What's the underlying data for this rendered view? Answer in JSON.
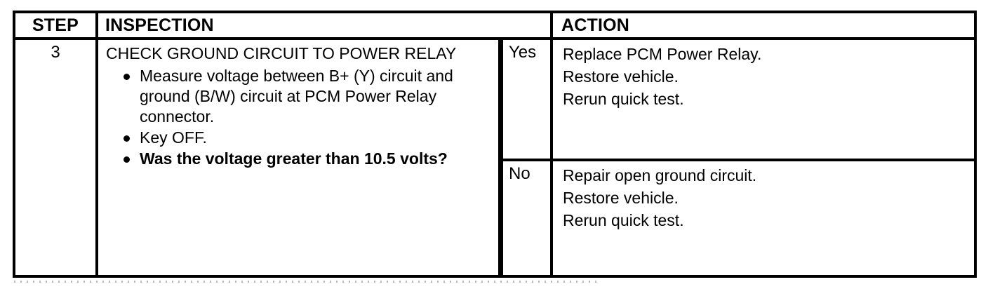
{
  "document": {
    "type": "diagnostic-pinpoint-test-table"
  },
  "table": {
    "headers": {
      "step": "STEP",
      "inspection": "INSPECTION",
      "branch": "",
      "action": "ACTION"
    },
    "rows": [
      {
        "step": "3",
        "inspection": {
          "title": "CHECK GROUND CIRCUIT TO POWER RELAY",
          "bullets": [
            {
              "text": "Measure voltage between B+ (Y) circuit and ground (B/W) circuit at PCM Power Relay connector.",
              "bold": false
            },
            {
              "text": "Key OFF.",
              "bold": false
            },
            {
              "text": "Was the voltage greater than 10.5 volts?",
              "bold": true
            }
          ]
        },
        "branches": [
          {
            "label": "Yes",
            "actions": [
              "Replace PCM Power Relay.",
              "Restore vehicle.",
              "Rerun quick test."
            ]
          },
          {
            "label": "No",
            "actions": [
              "Repair open ground circuit.",
              "Restore vehicle.",
              "Rerun quick test."
            ]
          }
        ]
      }
    ]
  },
  "colors": {
    "ink": "#000000",
    "paper": "#ffffff"
  }
}
